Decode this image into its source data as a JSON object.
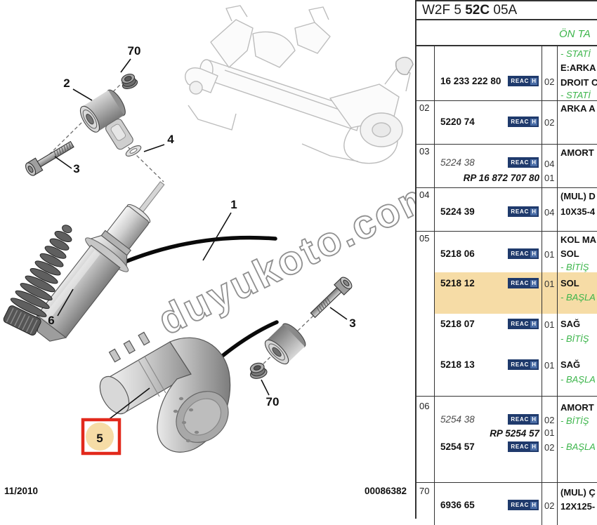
{
  "page": {
    "title_prefix": "W2F 5 ",
    "title_bold": "52C",
    "title_suffix": " 05A",
    "section_header": "ÖN TA",
    "footer_date": "11/2010",
    "footer_doc": "00086382",
    "watermark": "duyukoto.com"
  },
  "reach": {
    "part1": "REAC",
    "part2": "H"
  },
  "colors": {
    "highlight": "#f6dca6",
    "green_text": "#3cb54b",
    "reach_bg": "#1f3a6c",
    "red_box": "#e2291c",
    "border": "#333333"
  },
  "table": {
    "r1": {
      "ref": "",
      "part": "16 233 222 80",
      "qty": "02",
      "desc1": "- STATİ",
      "desc2": "E:ARKA",
      "desc3": "DROIT C",
      "desc4": "- STATİ"
    },
    "r2": {
      "ref": "02",
      "part": "5220 74",
      "qty": "02",
      "desc1": "ARKA A"
    },
    "r3": {
      "ref": "03",
      "part": "5224 38",
      "qty1": "04",
      "rp": "RP 16 872 707 80",
      "qty2": "01",
      "desc1": "AMORT"
    },
    "r4": {
      "ref": "04",
      "part": "5224 39",
      "qty": "04",
      "desc1": "(MUL) D",
      "desc2": "10X35-4"
    },
    "r5": {
      "ref": "05",
      "e1": {
        "part": "5218 06",
        "qty": "01",
        "d1": "KOL MA",
        "d2": "SOL",
        "d3": "- BİTİŞ"
      },
      "e2": {
        "part": "5218 12",
        "qty": "01",
        "d1": "SOL",
        "d2": "- BAŞLA"
      },
      "e3": {
        "part": "5218 07",
        "qty": "01",
        "d1": "SAĞ",
        "d2": "- BİTİŞ"
      },
      "e4": {
        "part": "5218 13",
        "qty": "01",
        "d1": "SAĞ",
        "d2": "- BAŞLA"
      }
    },
    "r6": {
      "ref": "06",
      "part1": "5254 38",
      "qty1": "02",
      "d1": "AMORT",
      "d2": "- BİTİŞ",
      "rp": "RP 5254 57",
      "qty2": "01",
      "part2": "5254 57",
      "qty3": "02",
      "d3": "- BAŞLA"
    },
    "r70": {
      "ref": "70",
      "part": "6936 65",
      "qty": "02",
      "d1": "(MUL) Ç",
      "d2": "12X125-"
    }
  },
  "diagram": {
    "labels": {
      "l70_top": "70",
      "l2": "2",
      "l3_left": "3",
      "l4": "4",
      "l1": "1",
      "l6": "6",
      "l3_right": "3",
      "l70_bottom": "70",
      "l5": "5"
    }
  }
}
